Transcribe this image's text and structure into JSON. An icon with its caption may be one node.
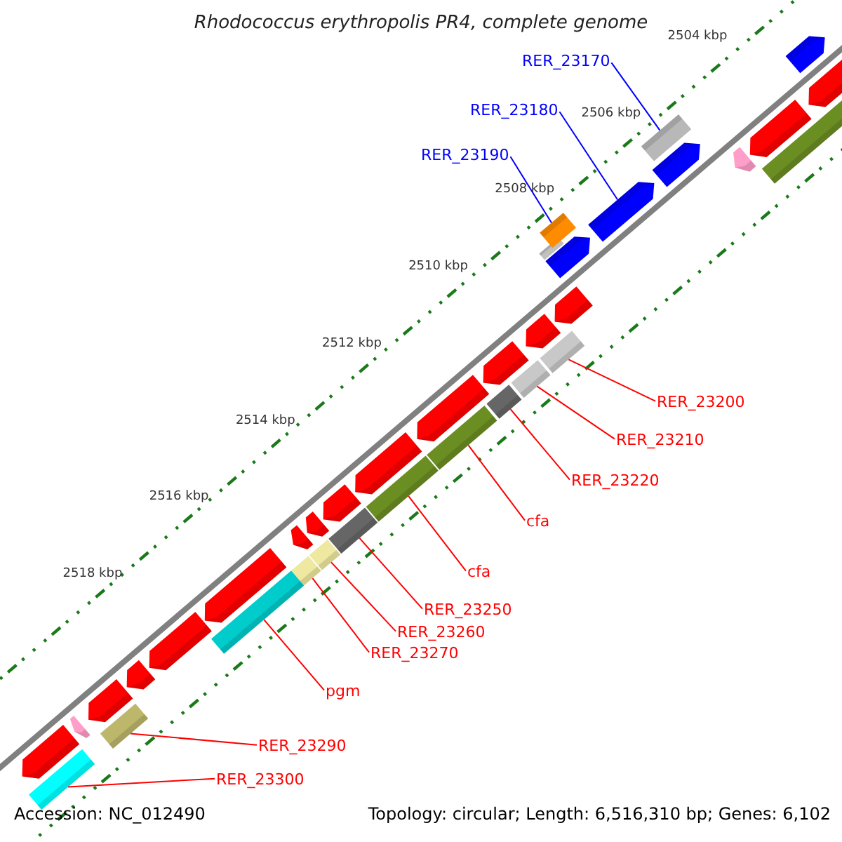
{
  "diagram": {
    "title": "Rhodococcus erythropolis PR4, complete genome",
    "nodes": [
      {
        "text": [
          "RER_23170"
        ]
      },
      {
        "text": [
          "RER_23180"
        ]
      },
      {
        "text": [
          "RER_23190"
        ]
      },
      {
        "text": [
          "RER_23200"
        ]
      },
      {
        "text": [
          "RER_23210"
        ]
      },
      {
        "text": [
          "RER_23220"
        ]
      },
      {
        "text": [
          "cfa"
        ]
      },
      {
        "text": [
          "cfa"
        ]
      },
      {
        "text": [
          "RER_23250"
        ]
      },
      {
        "text": [
          "RER_23260"
        ]
      },
      {
        "text": [
          "RER_23270"
        ]
      },
      {
        "text": [
          "pgm"
        ]
      },
      {
        "text": [
          "RER_23290"
        ]
      },
      {
        "text": [
          "RER_23300"
        ]
      },
      {
        "text": [],
        "shape": "bar"
      },
      {
        "text": [],
        "shape": "bar"
      },
      {
        "text": [],
        "shape": "bar"
      },
      {
        "text": [],
        "shape": "bar"
      },
      {
        "text": [],
        "shape": "bar"
      },
      {
        "text": [],
        "shape": "bar"
      },
      {
        "text": [],
        "shape": "bar"
      },
      {
        "text": [],
        "shape": "bar"
      },
      {
        "text": [],
        "shape": "bar"
      },
      {
        "text": [],
        "shape": "bar"
      },
      {
        "text": [],
        "shape": "bar"
      },
      {
        "text": [],
        "shape": "bar"
      },
      {
        "text": [],
        "shape": "bar"
      },
      {
        "text": [],
        "shape": "bar"
      }
    ],
    "edges": [
      {
        "from": 0,
        "to": 14,
        "arrow": "none",
        "color": "#0000ff"
      },
      {
        "from": 1,
        "to": 15,
        "arrow": "none",
        "color": "#0000ff"
      },
      {
        "from": 2,
        "to": 16,
        "arrow": "none",
        "color": "#0000ff"
      },
      {
        "from": 3,
        "to": 17,
        "arrow": "none"
      },
      {
        "from": 4,
        "to": 18,
        "arrow": "none"
      },
      {
        "from": 5,
        "to": 19,
        "arrow": "none"
      },
      {
        "from": 6,
        "to": 20,
        "arrow": "none"
      },
      {
        "from": 7,
        "to": 21,
        "arrow": "none"
      },
      {
        "from": 8,
        "to": 22,
        "arrow": "none"
      },
      {
        "from": 9,
        "to": 23,
        "arrow": "none"
      },
      {
        "from": 10,
        "to": 24,
        "arrow": "none"
      },
      {
        "from": 11,
        "to": 25,
        "arrow": "none"
      },
      {
        "from": 12,
        "to": 26,
        "arrow": "none"
      },
      {
        "from": 13,
        "to": 27,
        "arrow": "none"
      }
    ],
    "labels": [
      "2504 kbp",
      "2506 kbp",
      "2508 kbp",
      "2510 kbp",
      "2512 kbp",
      "2514 kbp",
      "2516 kbp",
      "2518 kbp",
      "Accession: NC_012490",
      "Topology: circular; Length: 6,516,310 bp; Genes: 6,102"
    ]
  }
}
